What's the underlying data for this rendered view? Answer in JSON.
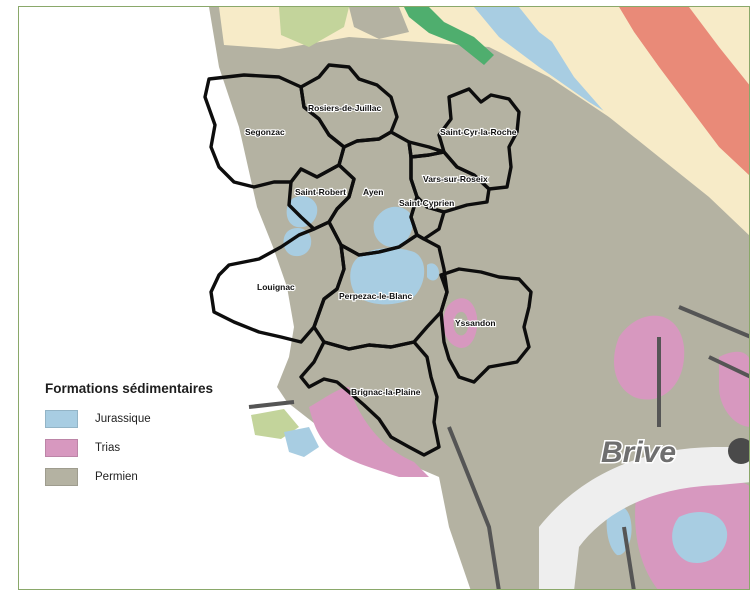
{
  "legend": {
    "title": "Formations sédimentaires",
    "items": [
      {
        "label": "Jurassique",
        "color": "#a8cde2"
      },
      {
        "label": "Trias",
        "color": "#d798bf"
      },
      {
        "label": "Permien",
        "color": "#b4b2a2"
      }
    ]
  },
  "map": {
    "city_label": "Brive",
    "communes": [
      {
        "name": "Rosiers-de-Juillac"
      },
      {
        "name": "Segonzac"
      },
      {
        "name": "Saint-Cyr-la-Roche"
      },
      {
        "name": "Vars-sur-Roseix"
      },
      {
        "name": "Saint-Robert"
      },
      {
        "name": "Ayen"
      },
      {
        "name": "Saint-Cyprien"
      },
      {
        "name": "Louignac"
      },
      {
        "name": "Perpezac-le-Blanc"
      },
      {
        "name": "Yssandon"
      },
      {
        "name": "Brignac-la-Plaine"
      }
    ],
    "colors": {
      "jurassique": "#a8cde2",
      "trias": "#d798bf",
      "permien": "#b4b2a2",
      "cream": "#f7ebc8",
      "salmon": "#e98a78",
      "light_green": "#c3d49b",
      "green": "#4fae6e",
      "road": "#eeeeee",
      "boundary": "#0d0d0d"
    }
  }
}
